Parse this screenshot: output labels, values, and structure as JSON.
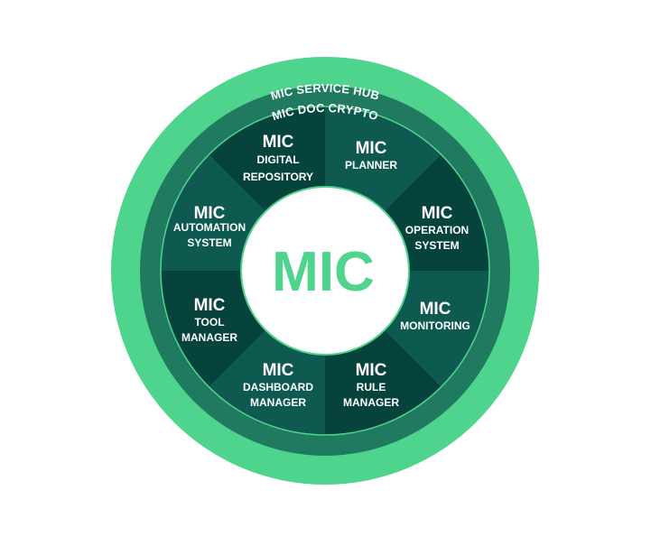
{
  "diagram": {
    "type": "concentric-ring-diagram",
    "center": {
      "label": "MIC"
    },
    "outer_ring": {
      "label": "MIC SERVICE HUB"
    },
    "middle_ring": {
      "label": "MIC DOC CRYPTO"
    },
    "segments": [
      {
        "title": "MIC",
        "line1": "PLANNER",
        "line2": ""
      },
      {
        "title": "MIC",
        "line1": "OPERATION",
        "line2": "SYSTEM"
      },
      {
        "title": "MIC",
        "line1": "MONITORING",
        "line2": ""
      },
      {
        "title": "MIC",
        "line1": "RULE",
        "line2": "MANAGER"
      },
      {
        "title": "MIC",
        "line1": "DASHBOARD",
        "line2": "MANAGER"
      },
      {
        "title": "MIC",
        "line1": "TOOL",
        "line2": "MANAGER"
      },
      {
        "title": "MIC",
        "line1": "AUTOMATION",
        "line2": "SYSTEM"
      },
      {
        "title": "MIC",
        "line1": "DIGITAL",
        "line2": "REPOSITORY"
      }
    ],
    "colors": {
      "outer_ring": "#4fd48e",
      "middle_ring": "#1f7a5f",
      "segment_light": "#0e5a50",
      "segment_dark": "#07433d",
      "accent_line": "#4fd48e",
      "center_fill": "#ffffff",
      "center_text": "#4fd48e"
    }
  }
}
